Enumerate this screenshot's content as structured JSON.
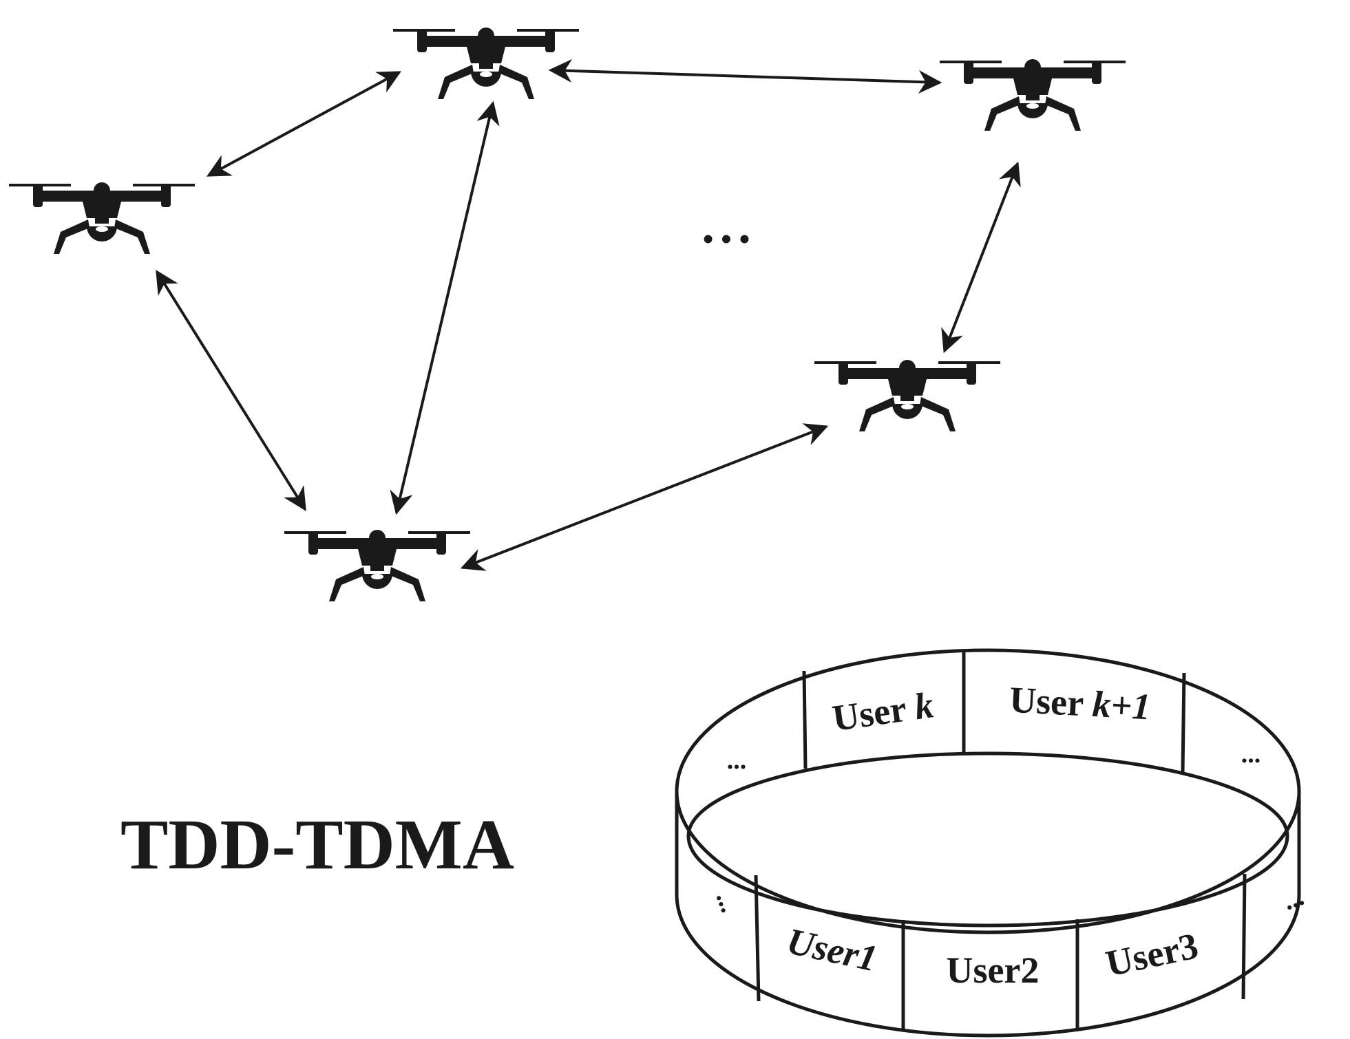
{
  "diagram": {
    "title": "TDD-TDMA",
    "network_ellipsis": "• • •",
    "ring_slots": {
      "top_left_ellipsis": "...",
      "user_k": "User k",
      "user_k1": "User k+1",
      "top_right_ellipsis": "...",
      "bottom_left_ellipsis": "...",
      "user1": "User1",
      "user2": "User2",
      "user3": "User3",
      "bottom_right_ellipsis": "..."
    },
    "drones": [
      {
        "name": "drone-left"
      },
      {
        "name": "drone-top-center"
      },
      {
        "name": "drone-top-right"
      },
      {
        "name": "drone-bottom-center"
      },
      {
        "name": "drone-right-middle"
      }
    ],
    "links": [
      {
        "from": "drone-left",
        "to": "drone-top-center"
      },
      {
        "from": "drone-top-center",
        "to": "drone-top-right"
      },
      {
        "from": "drone-left",
        "to": "drone-bottom-center"
      },
      {
        "from": "drone-top-center",
        "to": "drone-bottom-center"
      },
      {
        "from": "drone-bottom-center",
        "to": "drone-right-middle"
      },
      {
        "from": "drone-right-middle",
        "to": "drone-top-right"
      }
    ],
    "colors": {
      "ink": "#1a1a1a",
      "background": "#ffffff"
    }
  }
}
